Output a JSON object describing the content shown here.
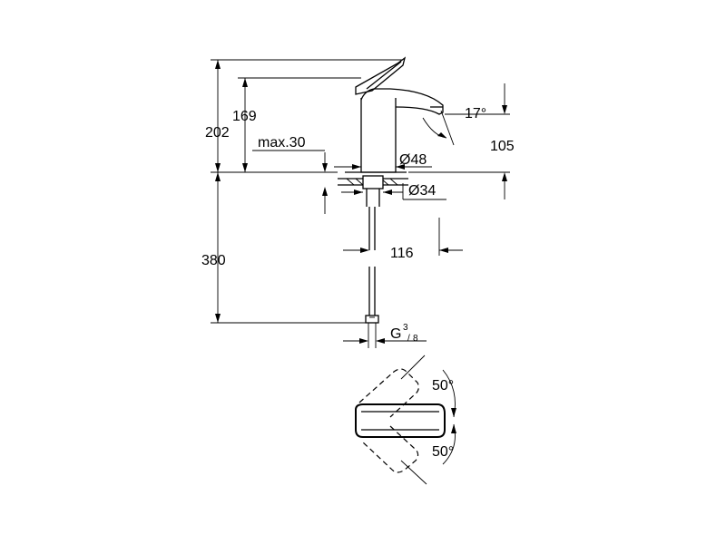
{
  "dimensions": {
    "overall_height": "202",
    "spout_height": "169",
    "spout_angle": "17°",
    "spout_reach": "105",
    "deck_thickness": "max.30",
    "body_diameter": "Ø48",
    "hole_diameter": "Ø34",
    "pipe_length": "380",
    "handle_clearance": "116",
    "connection_thread": "G",
    "connection_thread_numerator": "3",
    "connection_thread_denominator": "8",
    "handle_rotation_up": "50°",
    "handle_rotation_down": "50°"
  }
}
